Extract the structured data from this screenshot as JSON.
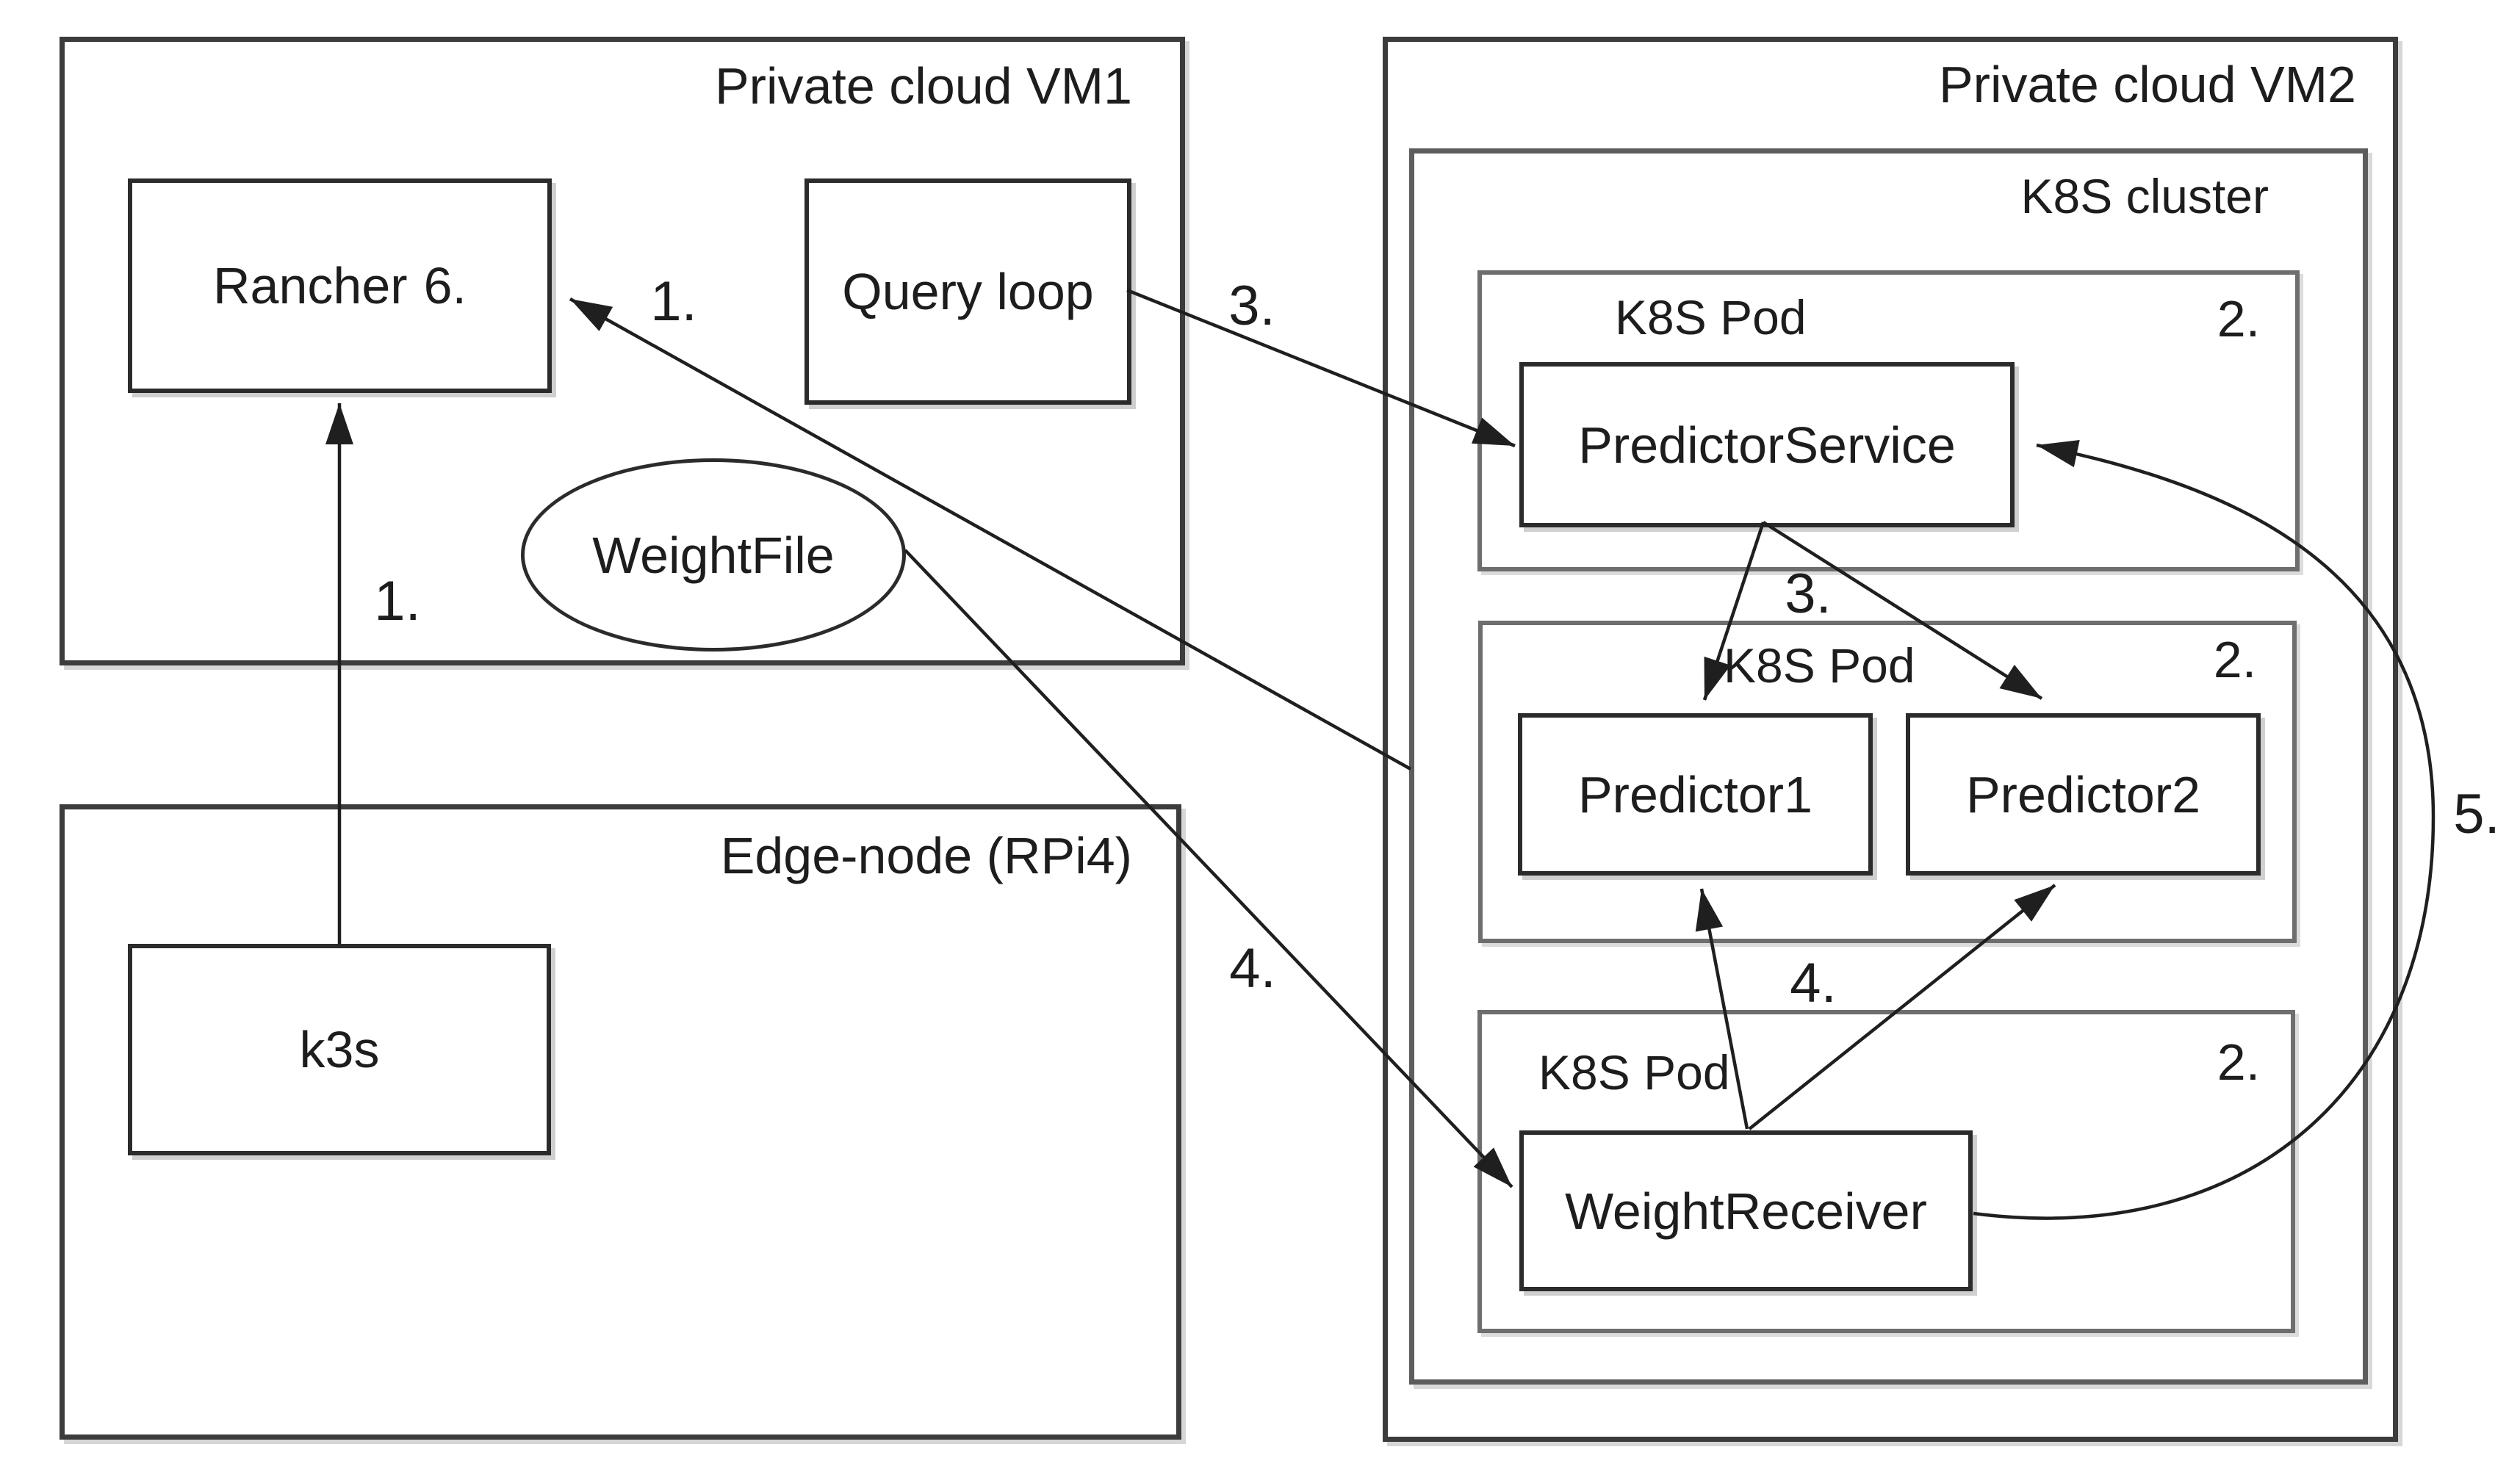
{
  "diagram": {
    "background_color": "#ffffff",
    "line_color": "#1f1f1f",
    "vm1": {
      "title": "Private cloud VM1"
    },
    "vm2": {
      "title": "Private cloud VM2"
    },
    "edge_node": {
      "title": "Edge-node (RPi4)"
    },
    "k8s_cluster": {
      "title": "K8S cluster"
    },
    "nodes": {
      "rancher": {
        "label": "Rancher",
        "step": "6."
      },
      "query_loop": {
        "label": "Query loop"
      },
      "weightfile": {
        "label": "WeightFile"
      },
      "k3s": {
        "label": "k3s"
      },
      "predictor_service": {
        "label": "PredictorService"
      },
      "predictor1": {
        "label": "Predictor1"
      },
      "predictor2": {
        "label": "Predictor2"
      },
      "weight_receiver": {
        "label": "WeightReceiver"
      }
    },
    "pods": [
      {
        "title": "K8S Pod",
        "step": "2."
      },
      {
        "title": "K8S Pod",
        "step": "2."
      },
      {
        "title": "K8S Pod",
        "step": "2."
      }
    ],
    "connections": [
      {
        "from": "k3s",
        "to": "rancher",
        "label": "1."
      },
      {
        "from": "k8s-cluster",
        "to": "rancher",
        "label": "1."
      },
      {
        "from": "query-loop",
        "to": "predictor-service",
        "label": "3."
      },
      {
        "from": "predictor-service",
        "to": "predictor1 & predictor2",
        "label": "3."
      },
      {
        "from": "weightfile",
        "to": "weight-receiver",
        "label": "4."
      },
      {
        "from": "weight-receiver",
        "to": "predictor1 & predictor2",
        "label": "4."
      },
      {
        "from": "weight-receiver",
        "to": "predictor-service",
        "label": "5."
      }
    ]
  }
}
